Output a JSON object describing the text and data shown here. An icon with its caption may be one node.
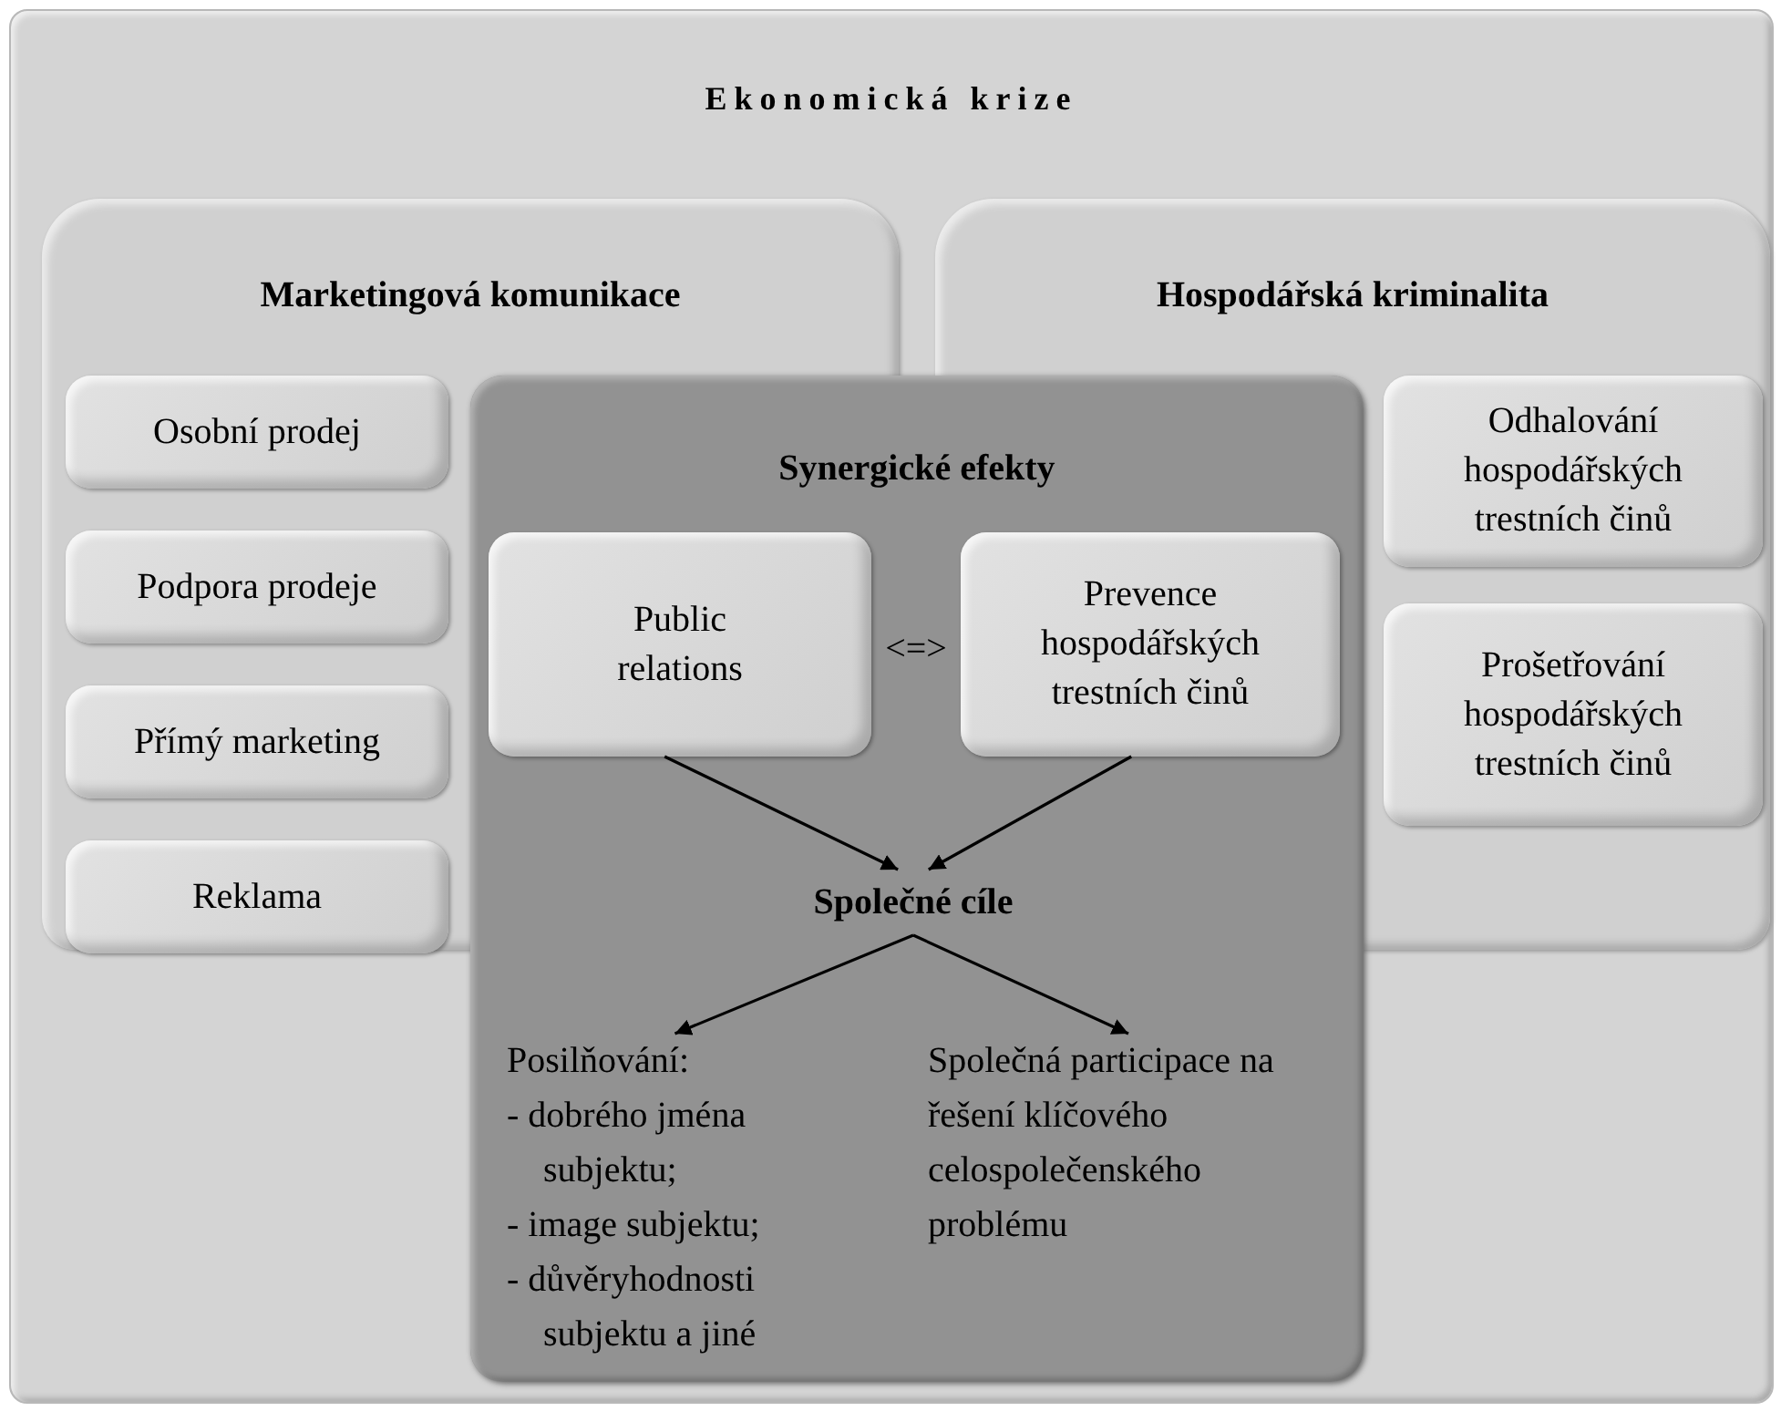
{
  "diagram": {
    "nodes": [
      {
        "text": [
          "Ekonomická krize"
        ]
      },
      {
        "text": [
          "Marketingová komunikace"
        ],
        "in": 0
      },
      {
        "text": [
          "Hospodářská kriminalita"
        ],
        "in": 0
      },
      {
        "text": [
          "Osobní prodej"
        ],
        "in": 1
      },
      {
        "text": [
          "Podpora prodeje"
        ],
        "in": 1
      },
      {
        "text": [
          "Přímý marketing"
        ],
        "in": 1
      },
      {
        "text": [
          "Reklama"
        ],
        "in": 1
      },
      {
        "text": [
          "Synergické efekty"
        ],
        "in": 0
      },
      {
        "text": [
          "Public relations"
        ]
      },
      {
        "text": [
          "Prevence hospodářských trestních činů"
        ]
      },
      {
        "text": [
          "Společné cíle"
        ],
        "in": 7
      },
      {
        "text": [
          "Posilňování:",
          "- dobrého jména subjektu;",
          "- image subjektu;",
          "- důvěryhodnosti subjektu a jiné"
        ],
        "in": 7
      },
      {
        "text": [
          "Společná participace na řešení klíčového celospolečenského problému"
        ],
        "in": 7
      },
      {
        "text": [
          "Odhalování hospodářských trestních činů"
        ],
        "in": 2
      },
      {
        "text": [
          "Prošetřování hospodářských trestních činů"
        ],
        "in": 2
      }
    ],
    "edges": [
      {
        "from": 8,
        "to": 10,
        "arrow": "to"
      },
      {
        "from": 9,
        "to": 10,
        "arrow": "to"
      },
      {
        "from": 10,
        "to": 11,
        "arrow": "to"
      },
      {
        "from": 10,
        "to": 12,
        "arrow": "to"
      }
    ],
    "labels": [
      "<=>"
    ]
  }
}
